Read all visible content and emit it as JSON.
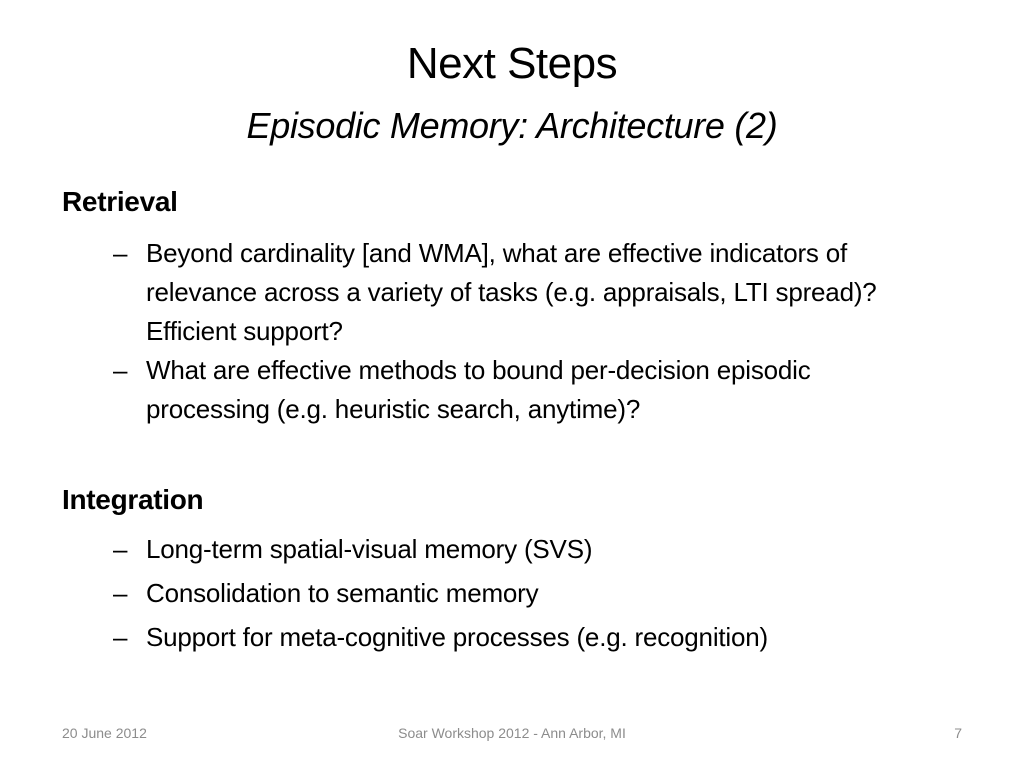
{
  "slide": {
    "title": "Next Steps",
    "subtitle": "Episodic Memory: Architecture (2)"
  },
  "sections": [
    {
      "heading": "Retrieval",
      "bullets": [
        "Beyond cardinality [and WMA], what are effective indicators of relevance across a variety of tasks (e.g. appraisals, LTI spread)? Efficient support?",
        "What are effective methods to bound per-decision episodic processing (e.g. heuristic search, anytime)?"
      ]
    },
    {
      "heading": "Integration",
      "bullets": [
        "Long-term spatial-visual memory (SVS)",
        "Consolidation to semantic memory",
        "Support for meta-cognitive processes (e.g. recognition)"
      ]
    }
  ],
  "bullet_marker": "–",
  "footer": {
    "date": "20 June 2012",
    "event": "Soar Workshop 2012 - Ann Arbor, MI",
    "page_number": "7"
  }
}
